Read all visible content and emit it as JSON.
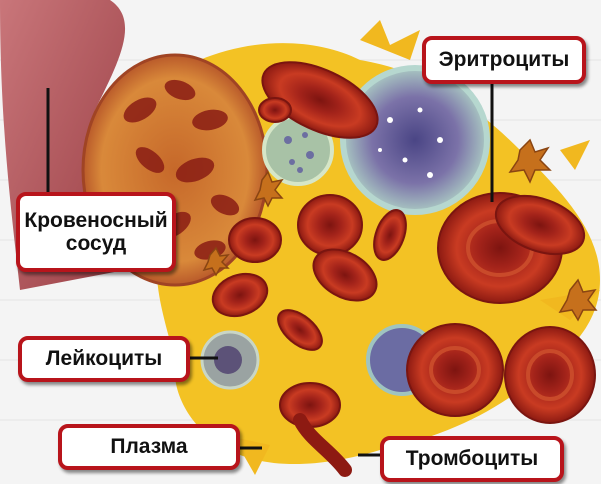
{
  "labels": {
    "erythrocytes": "Эритроциты",
    "vessel_line1": "Кровеносный",
    "vessel_line2": "сосуд",
    "leukocytes": "Лейкоциты",
    "plasma": "Плазма",
    "platelets": "Тромбоциты"
  },
  "colors": {
    "label_border": "#b8141b",
    "erythrocyte": "#b52a1c",
    "plasma": "#f2c020",
    "vessel": "#b5595e",
    "leukocyte": "#7a6fa6"
  }
}
